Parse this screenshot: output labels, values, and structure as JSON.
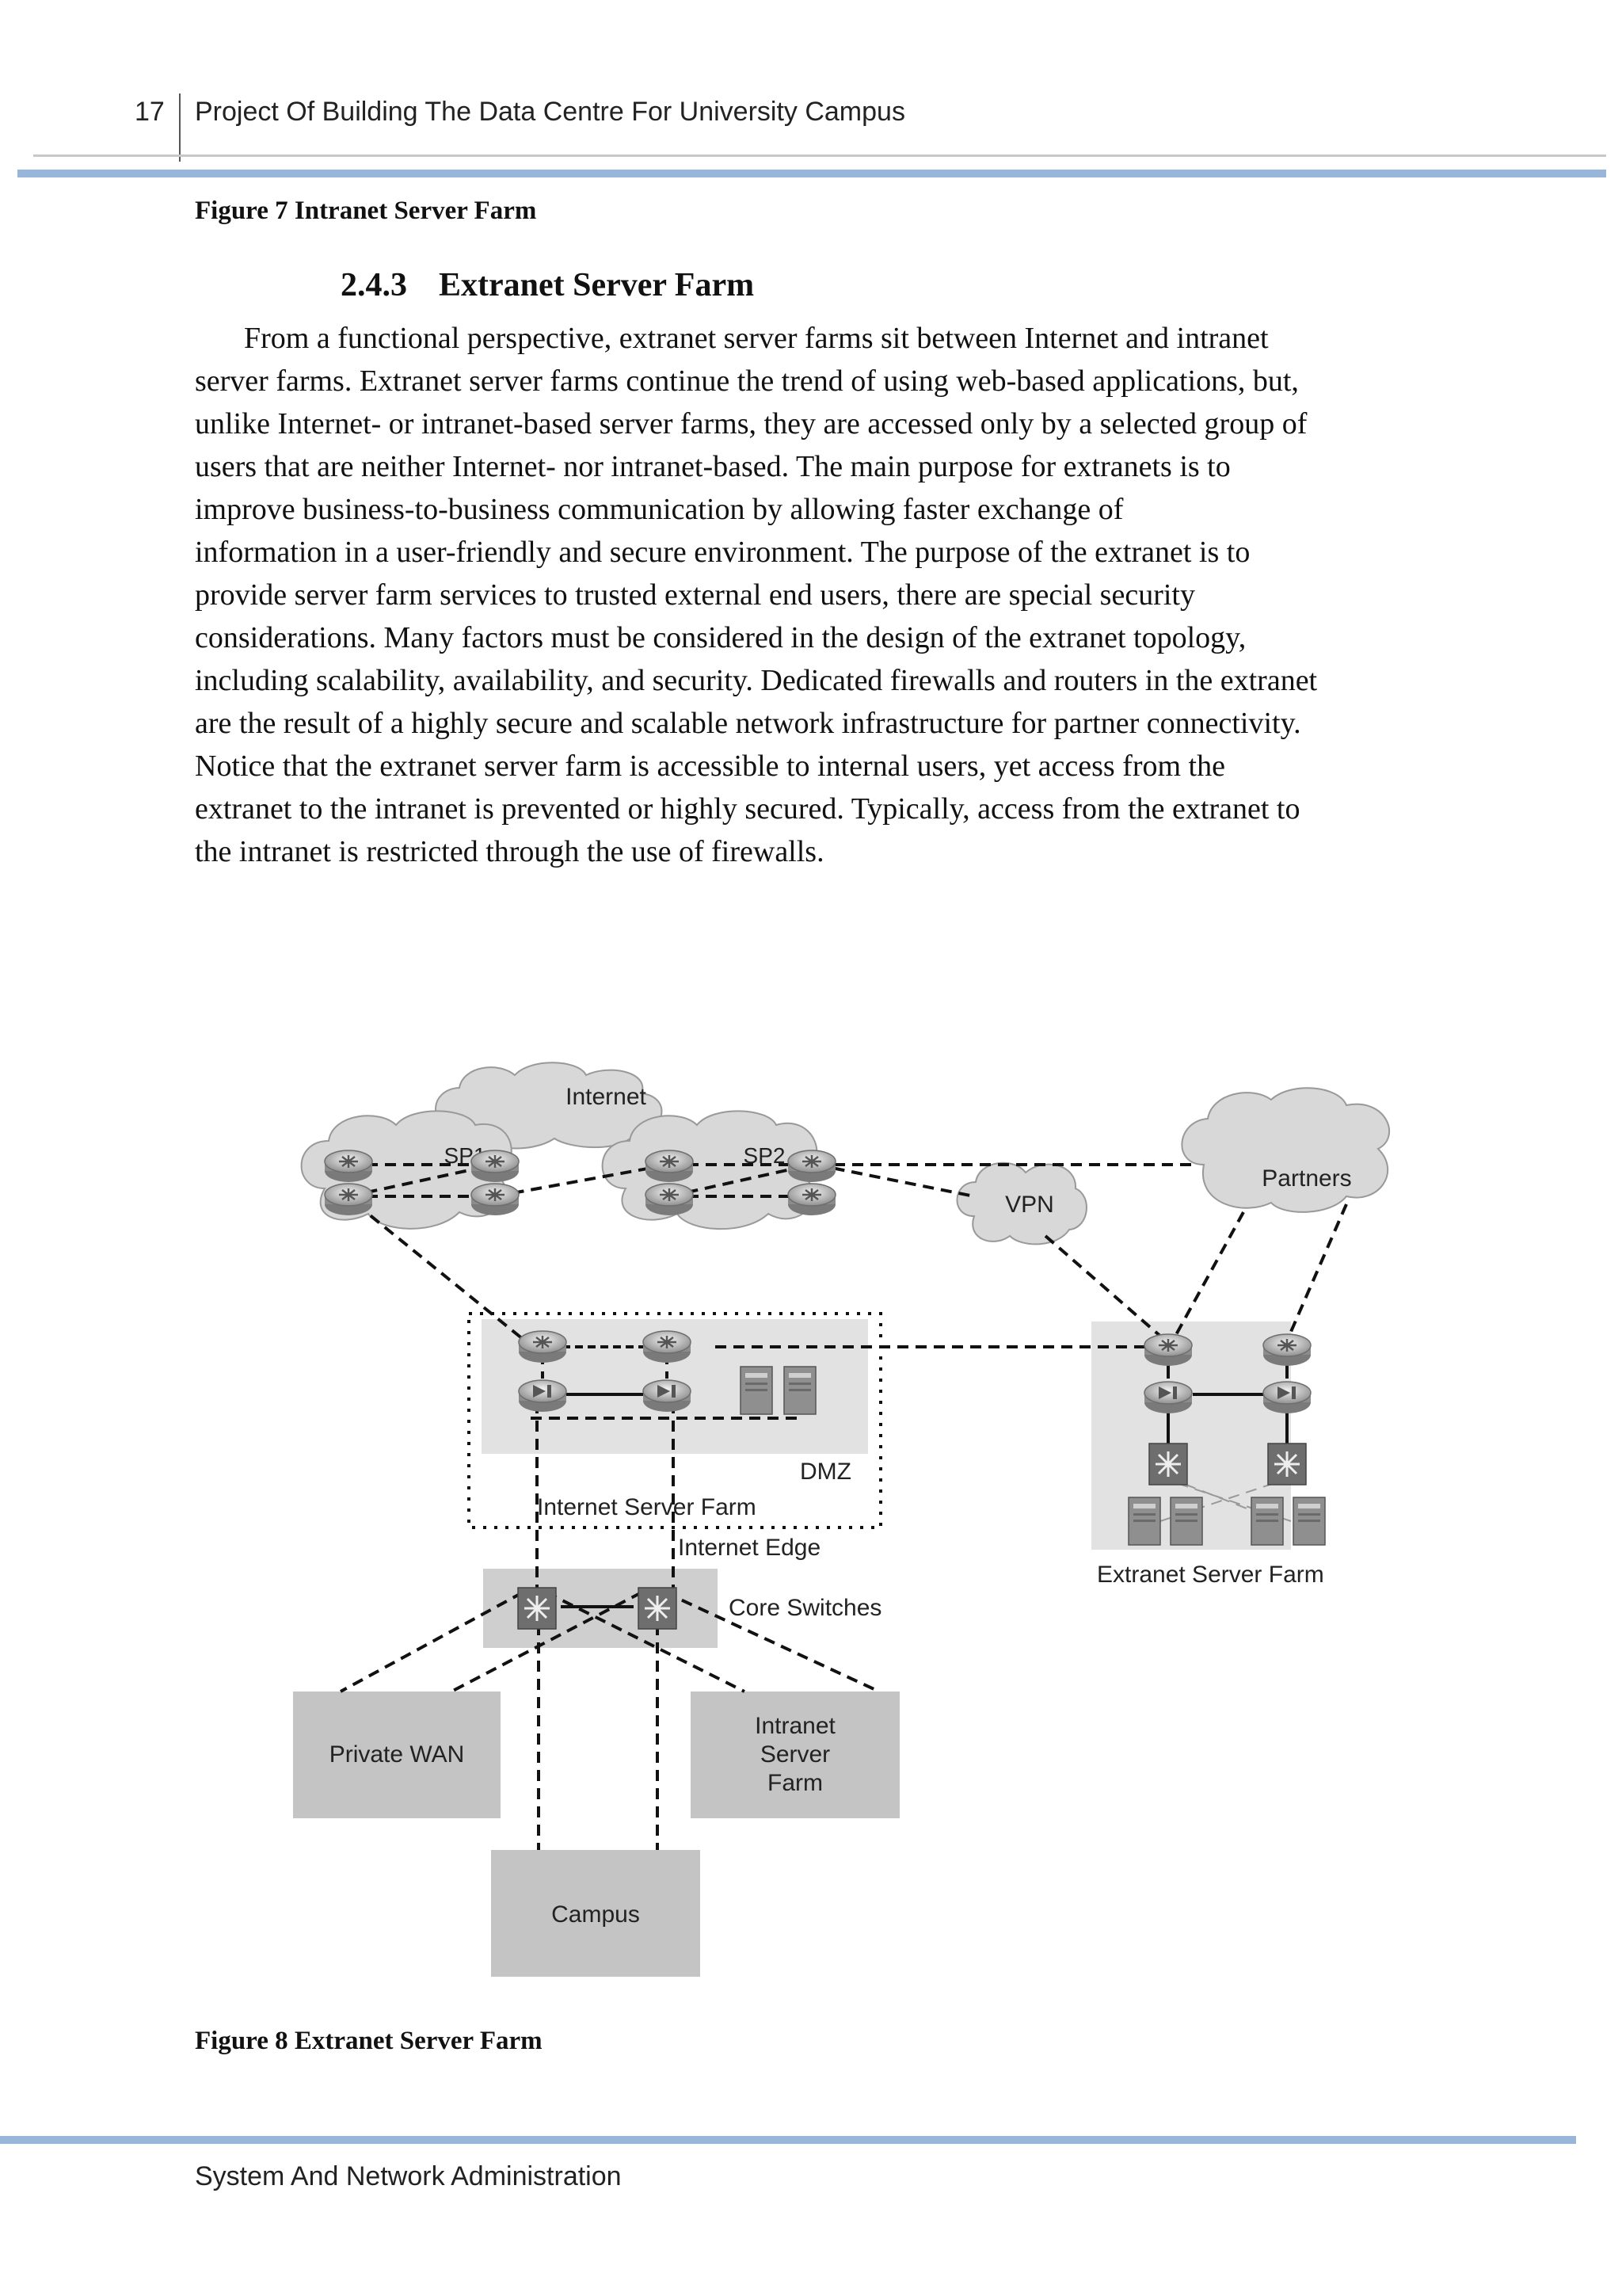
{
  "header": {
    "page_number": "17",
    "title": "Project Of Building The Data Centre For University Campus"
  },
  "figure7_caption": "Figure 7 Intranet Server Farm",
  "section": {
    "number": "2.4.3",
    "title": "Extranet Server Farm"
  },
  "body_lines": [
    "From a functional perspective, extranet server farms sit between Internet and intranet",
    "server farms. Extranet server farms continue the trend of using web-based applications, but,",
    "unlike Internet- or intranet-based server farms, they are accessed only by a selected group of",
    "users that are neither Internet- nor intranet-based. The main purpose for extranets is to",
    "improve business-to-business communication by allowing faster exchange of",
    "information in a user-friendly and secure environment. The purpose of the extranet is to",
    "provide server farm services to trusted external end users, there are special security",
    "considerations. Many factors must be considered in the design of the extranet topology,",
    "including scalability, availability, and security. Dedicated firewalls and routers in the extranet",
    "are the result of a highly secure and scalable network infrastructure for partner connectivity.",
    "Notice that the extranet server farm is accessible to internal users, yet access from the",
    "extranet to the intranet is prevented or highly secured. Typically, access from the extranet to",
    "the intranet is restricted through the use of firewalls."
  ],
  "diagram": {
    "internet": "Internet",
    "sp1": "SP1",
    "sp2": "SP2",
    "vpn": "VPN",
    "partners": "Partners",
    "dmz": "DMZ",
    "internet_server_farm": "Internet Server Farm",
    "internet_edge": "Internet Edge",
    "core_switches": "Core Switches",
    "extranet_server_farm": "Extranet Server Farm",
    "private_wan": "Private WAN",
    "intranet_line1": "Intranet",
    "intranet_line2": "Server",
    "intranet_line3": "Farm",
    "campus": "Campus"
  },
  "figure8_caption": "Figure 8 Extranet Server Farm",
  "footer": {
    "text": "System And Network Administration"
  },
  "colors": {
    "accent_bar": "#97b6d9",
    "zone_fill": "#e2e2e2",
    "box_fill": "#c4c4c4",
    "cloud_fill": "#d8d8d8"
  }
}
